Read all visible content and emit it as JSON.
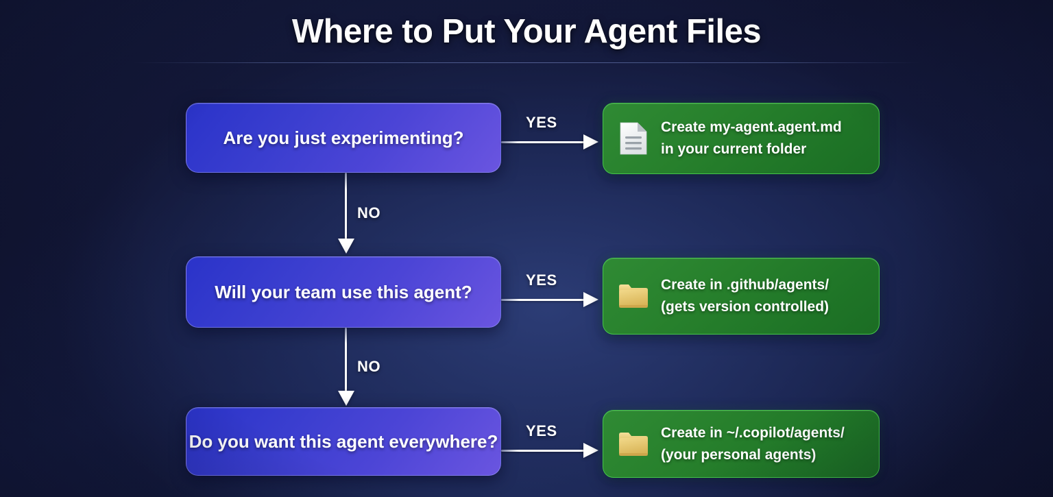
{
  "header": {
    "title": "Where to Put Your Agent Files"
  },
  "flow": {
    "decisions": [
      {
        "label": "Are you just experimenting?"
      },
      {
        "label": "Will your team use this agent?"
      },
      {
        "label": "Do you want this agent everywhere?"
      }
    ],
    "outcomes": [
      {
        "icon": "document-icon",
        "line1": "Create my-agent.agent.md",
        "line2": "in your current folder"
      },
      {
        "icon": "folder-icon",
        "line1": "Create in .github/agents/",
        "line2": "(gets version controlled)"
      },
      {
        "icon": "folder-icon",
        "line1": "Create in ~/.copilot/agents/",
        "line2": "(your personal agents)"
      }
    ],
    "yes_label": "YES",
    "no_label": "NO",
    "connectors": {
      "yes": [
        "YES",
        "YES",
        "YES"
      ],
      "no": [
        "NO",
        "NO"
      ]
    }
  },
  "colors": {
    "background_dark": "#121634",
    "background_mid": "#2d3e78",
    "decision_blue_start": "#2a33c9",
    "decision_blue_end": "#6a55e0",
    "decision_border": "#a0a0fa",
    "outcome_green_start": "#2f8a34",
    "outcome_green_end": "#1b6d24",
    "outcome_border": "#45c64a",
    "text_white": "#ffffff",
    "folder_icon": "#e8c96a",
    "document_icon": "#eef0f2"
  }
}
